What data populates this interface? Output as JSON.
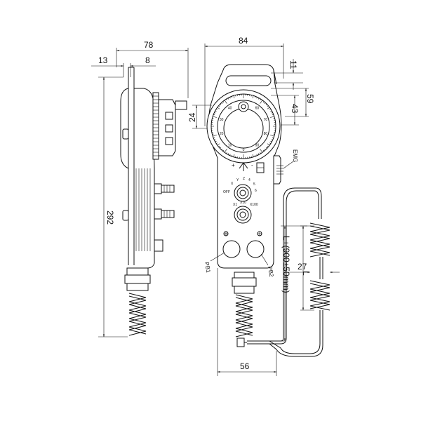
{
  "dimensions": {
    "d78": "78",
    "d13": "13",
    "d8": "8",
    "d292": "292",
    "d84": "84",
    "d11": "11",
    "d59": "59",
    "d43": "43",
    "d24": "24",
    "d27": "27",
    "d56": "56",
    "cable_length": "L+(900±50mm)",
    "L": "L"
  },
  "labels": {
    "emg": "EMG",
    "pb1": "PB1",
    "pb2": "PB2",
    "plus": "+",
    "minus": "-",
    "axis_off": "OFF",
    "axis_x": "X",
    "axis_y": "Y",
    "axis_z": "Z",
    "axis_4": "4",
    "axis_5": "5",
    "axis_6": "6",
    "scale_x1": "X1",
    "scale_x10": "X10",
    "scale_x100": "X100"
  },
  "dial_numbers": [
    "0",
    "10",
    "20",
    "30",
    "40",
    "50",
    "60",
    "70",
    "80",
    "90"
  ]
}
